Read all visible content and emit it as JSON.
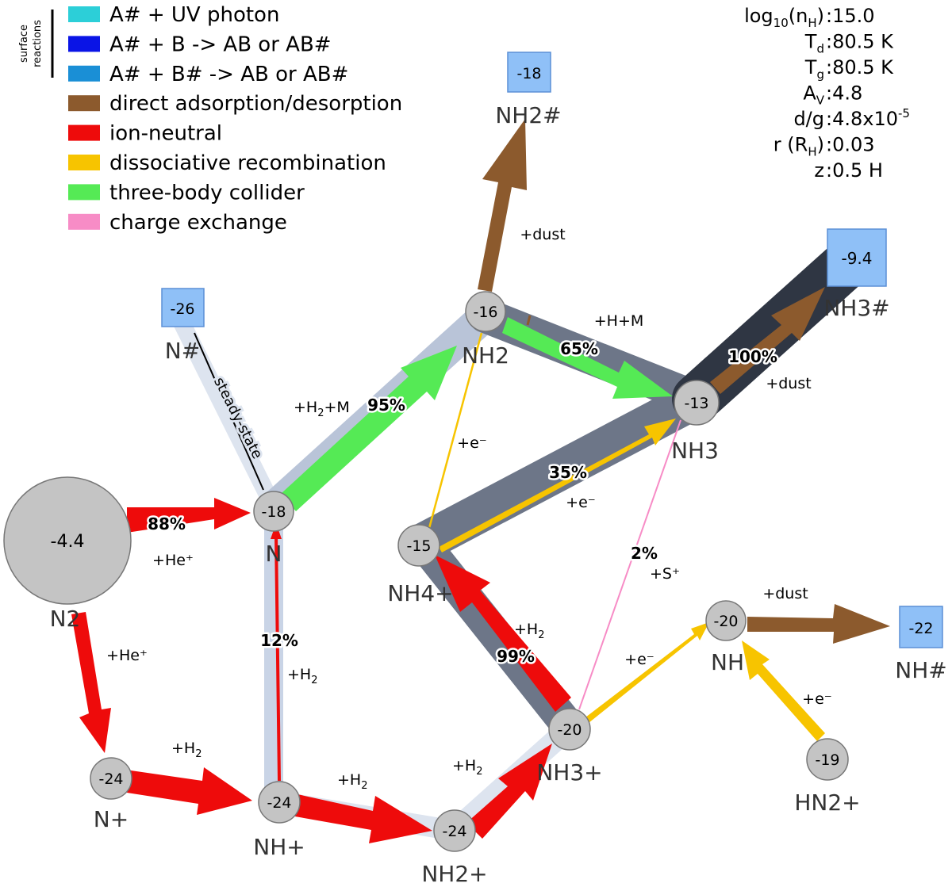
{
  "legend": {
    "group_label_line1": "surface",
    "group_label_line2": "reactions",
    "items": [
      {
        "label": "A# + UV photon",
        "color": "#2ccfd8"
      },
      {
        "label": "A# + B -> AB or AB#",
        "color": "#0a14e6"
      },
      {
        "label": "A# + B# -> AB or AB#",
        "color": "#1a8fd6"
      },
      {
        "label": "direct adsorption/desorption",
        "color": "#8c5a2d"
      },
      {
        "label": "ion-neutral",
        "color": "#ee0b0b"
      },
      {
        "label": "dissociative recombination",
        "color": "#f7c400"
      },
      {
        "label": "three-body collider",
        "color": "#55ea55"
      },
      {
        "label": "charge exchange",
        "color": "#f78cc6"
      }
    ]
  },
  "params": [
    {
      "key": "log",
      "sub": "10",
      "key2": "(n",
      "sub2": "H",
      "key3": ")",
      "value": ":15.0"
    },
    {
      "key": "T",
      "sub": "d",
      "key2": "",
      "sub2": "",
      "key3": "",
      "value": ":80.5 K"
    },
    {
      "key": "T",
      "sub": "g",
      "key2": "",
      "sub2": "",
      "key3": "",
      "value": ":80.5 K"
    },
    {
      "key": "A",
      "sub": "V",
      "key2": "",
      "sub2": "",
      "key3": "",
      "value": ":4.8"
    },
    {
      "key": "d/g",
      "sub": "",
      "key2": "",
      "sub2": "",
      "key3": "",
      "value": ":4.8x10",
      "sup": "-5"
    },
    {
      "key": "r (R",
      "sub": "H",
      "key2": ")",
      "sub2": "",
      "key3": "",
      "value": ":0.03"
    },
    {
      "key": "z",
      "sub": "",
      "key2": "",
      "sub2": "",
      "key3": "",
      "value": ":0.5 H"
    }
  ],
  "nodes": {
    "N2": {
      "value": "-4.4",
      "name": "N2"
    },
    "N": {
      "value": "-18",
      "name": "N"
    },
    "Nice": {
      "value": "-26",
      "name": "N#"
    },
    "NH2": {
      "value": "-16",
      "name": "NH2"
    },
    "NH2ice": {
      "value": "-18",
      "name": "NH2#"
    },
    "NH3": {
      "value": "-13",
      "name": "NH3"
    },
    "NH3ice": {
      "value": "-9.4",
      "name": "NH3#"
    },
    "NH4p": {
      "value": "-15",
      "name": "NH4+"
    },
    "Np": {
      "value": "-24",
      "name": "N+"
    },
    "NHp": {
      "value": "-24",
      "name": "NH+"
    },
    "NH2p": {
      "value": "-24",
      "name": "NH2+"
    },
    "NH3p": {
      "value": "-20",
      "name": "NH3+"
    },
    "NH": {
      "value": "-20",
      "name": "NH"
    },
    "NHice": {
      "value": "-22",
      "name": "NH#"
    },
    "HN2p": {
      "value": "-19",
      "name": "HN2+"
    }
  },
  "edge_labels": {
    "he_plus_1": "+He⁺",
    "he_plus_2": "+He⁺",
    "dust_nh2": "+dust",
    "h_m": "+H+M",
    "h2_m_a": "+H",
    "h2_m_sub": "2",
    "h2_m_b": "+M",
    "e_nh2": "+e⁻",
    "e_nh4": "+e⁻",
    "dust_nh3": "+dust",
    "s_plus": "+S⁺",
    "dust_nh": "+dust",
    "e_nh3p": "+e⁻",
    "e_hn2p": "+e⁻",
    "h2_a": "+H",
    "h2_sub": "2",
    "steady_state": "steady-state"
  },
  "percentages": {
    "p88": "88%",
    "p12": "12%",
    "p95": "95%",
    "p65": "65%",
    "p35": "35%",
    "p100": "100%",
    "p99": "99%",
    "p2": "2%"
  }
}
